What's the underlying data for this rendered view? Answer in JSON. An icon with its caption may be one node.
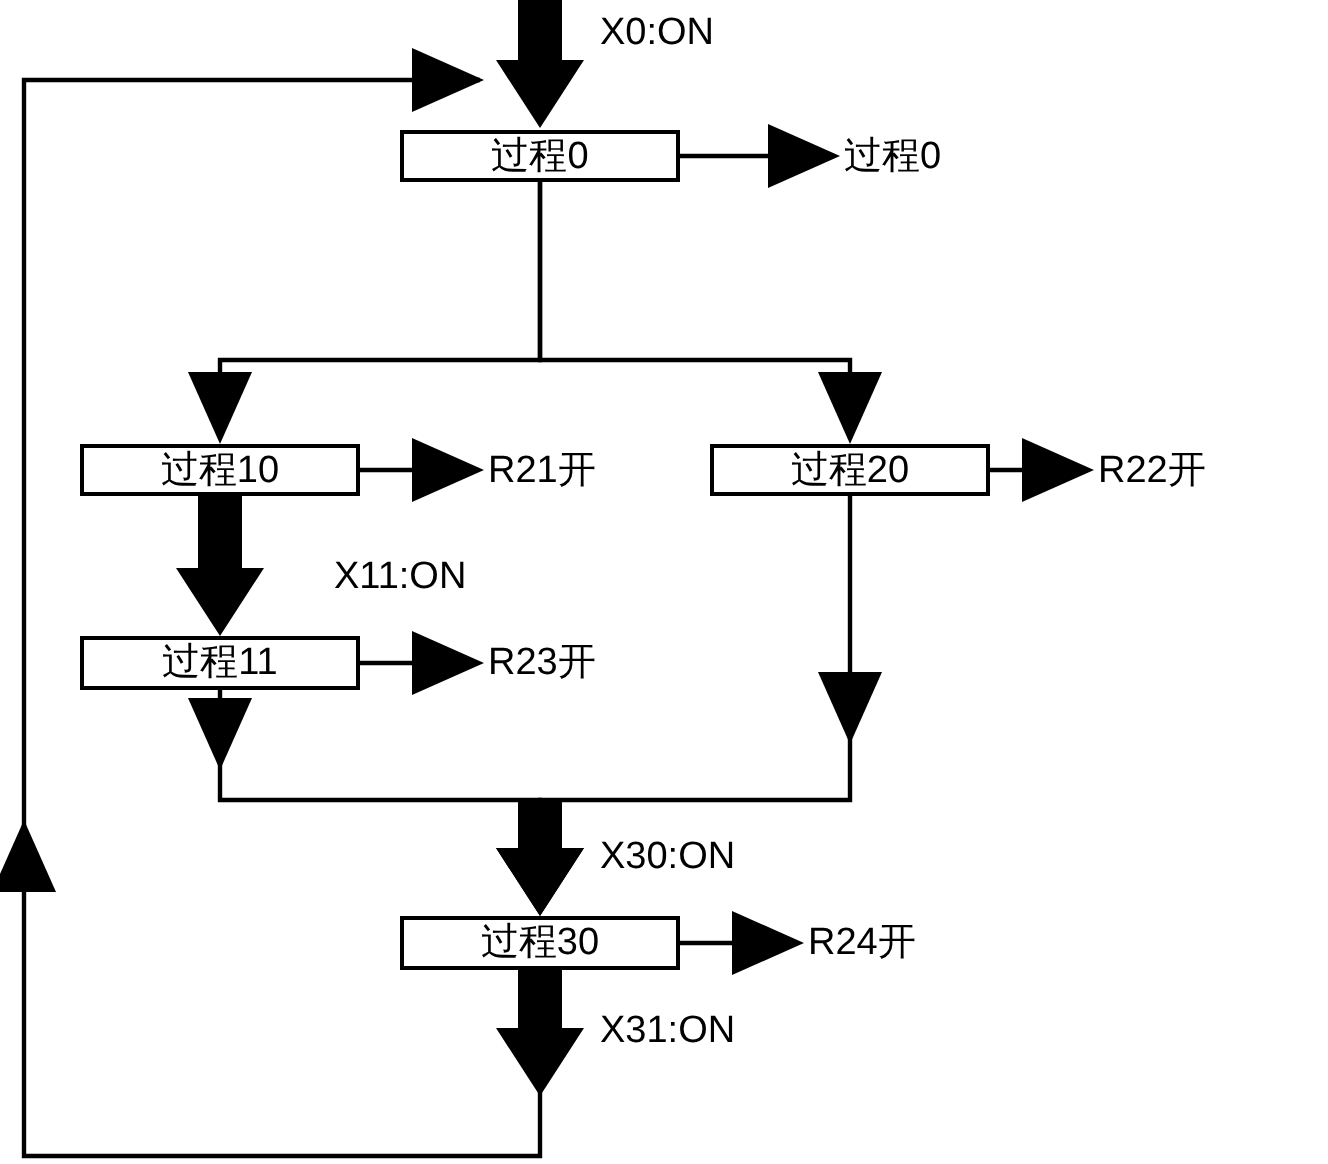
{
  "diagram": {
    "nodes": [
      {
        "text": [
          "过程0"
        ]
      },
      {
        "text": [
          "过程0"
        ]
      },
      {
        "text": [
          "过程10"
        ]
      },
      {
        "text": [
          "R21开"
        ]
      },
      {
        "text": [
          "过程20"
        ]
      },
      {
        "text": [
          "R22开"
        ]
      },
      {
        "text": [
          "过程11"
        ]
      },
      {
        "text": [
          "R23开"
        ]
      },
      {
        "text": [
          "过程30"
        ]
      },
      {
        "text": [
          "R24开"
        ]
      }
    ],
    "edges": [
      {
        "from": null,
        "to": 0,
        "arrow": "to",
        "label": "X0:ON",
        "style": "thick"
      },
      {
        "from": 0,
        "to": 1,
        "arrow": "to"
      },
      {
        "from": 0,
        "to": 2,
        "arrow": "to"
      },
      {
        "from": 0,
        "to": 4,
        "arrow": "to"
      },
      {
        "from": 2,
        "to": 3,
        "arrow": "to"
      },
      {
        "from": 4,
        "to": 5,
        "arrow": "to"
      },
      {
        "from": 2,
        "to": 6,
        "arrow": "to",
        "label": "X11:ON",
        "style": "thick"
      },
      {
        "from": 6,
        "to": 7,
        "arrow": "to"
      },
      {
        "from": 6,
        "to": 8,
        "arrow": "to",
        "label": "X30:ON"
      },
      {
        "from": 4,
        "to": 8,
        "arrow": "to"
      },
      {
        "from": 8,
        "to": 9,
        "arrow": "to"
      },
      {
        "from": 8,
        "to": 0,
        "arrow": "to",
        "label": "X31:ON"
      }
    ]
  }
}
